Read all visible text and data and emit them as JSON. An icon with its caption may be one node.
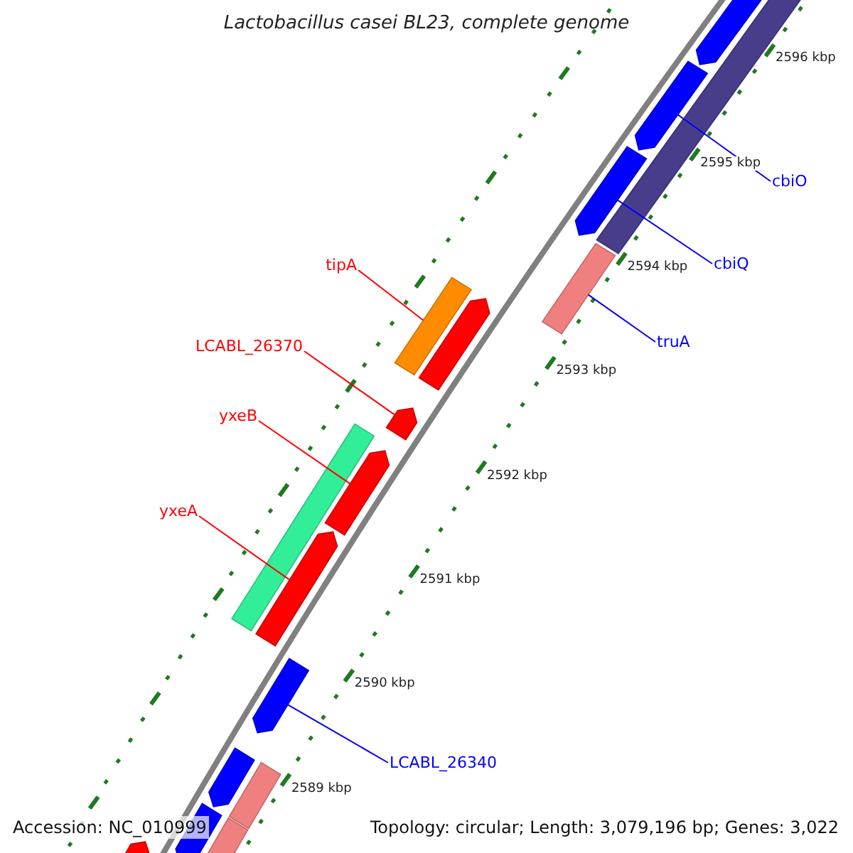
{
  "diagram": {
    "title": "Lactobacillus casei BL23, complete genome",
    "nodes": [
      {
        "text": [
          "tipA"
        ]
      },
      {
        "text": [
          "LCABL_26370"
        ]
      },
      {
        "text": [
          "yxeB"
        ]
      },
      {
        "text": [
          "yxeA"
        ]
      },
      {
        "text": [
          "cbiO"
        ]
      },
      {
        "text": [
          "cbiQ"
        ]
      },
      {
        "text": [
          "truA"
        ]
      },
      {
        "text": [
          "LCABL_26340"
        ]
      },
      {
        "text": [],
        "shape": "bar"
      },
      {
        "text": [],
        "shape": "bar"
      },
      {
        "text": [],
        "shape": "bar"
      },
      {
        "text": [],
        "shape": "bar"
      },
      {
        "text": [],
        "shape": "bar"
      },
      {
        "text": [],
        "shape": "bar"
      },
      {
        "text": [],
        "shape": "bar"
      },
      {
        "text": [],
        "shape": "bar"
      },
      {
        "text": [],
        "shape": "bar"
      }
    ],
    "edges": [
      {
        "from": 0,
        "to": 11,
        "arrow": "none",
        "color": "#ff0000"
      },
      {
        "from": 1,
        "to": 12,
        "arrow": "none",
        "color": "#ff0000"
      },
      {
        "from": 2,
        "to": 13,
        "arrow": "none",
        "color": "#ff0000"
      },
      {
        "from": 3,
        "to": 14,
        "arrow": "none",
        "color": "#ff0000"
      },
      {
        "from": 4,
        "to": 8,
        "arrow": "none",
        "color": "#0000ff"
      },
      {
        "from": 5,
        "to": 9,
        "arrow": "none",
        "color": "#0000ff"
      },
      {
        "from": 6,
        "to": 10,
        "arrow": "none",
        "color": "#0000ff"
      },
      {
        "from": 7,
        "to": 15,
        "arrow": "none",
        "color": "#0000ff"
      }
    ],
    "labels": [
      "2596 kbp",
      "2595 kbp",
      "2594 kbp",
      "2593 kbp",
      "2592 kbp",
      "2591 kbp",
      "2590 kbp",
      "2589 kbp",
      "Accession: NC_010999",
      "Topology: circular; Length: 3,079,196 bp; Genes: 3,022"
    ]
  }
}
